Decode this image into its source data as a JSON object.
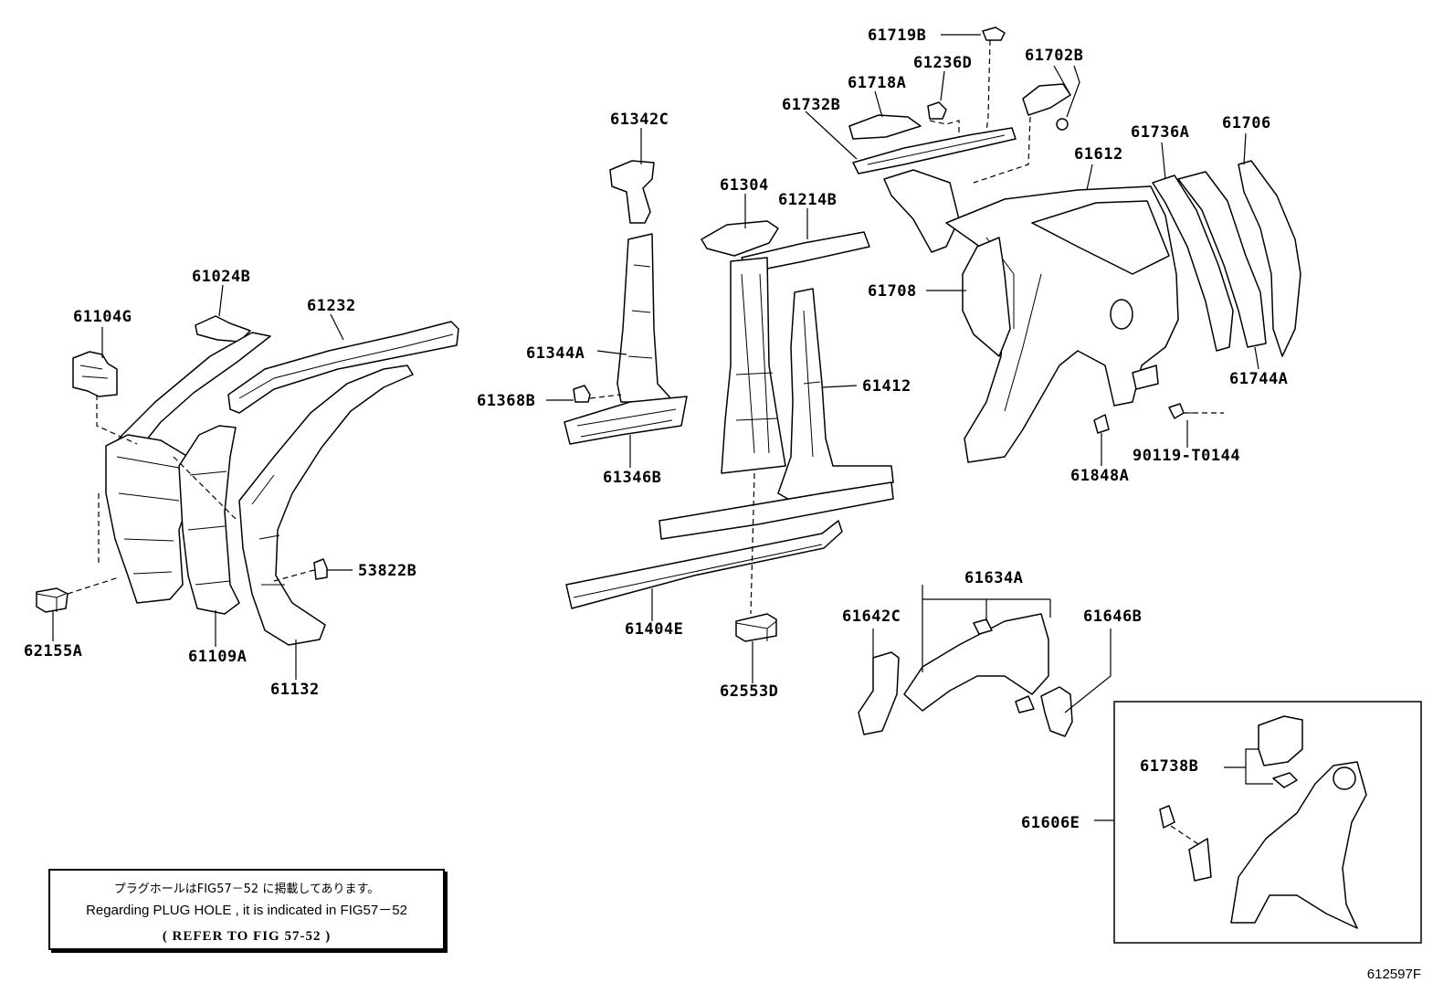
{
  "diagram": {
    "parts": [
      {
        "id": "p61719B",
        "label": "61719B"
      },
      {
        "id": "p61702B",
        "label": "61702B"
      },
      {
        "id": "p61236D",
        "label": "61236D"
      },
      {
        "id": "p61718A",
        "label": "61718A"
      },
      {
        "id": "p61732B",
        "label": "61732B"
      },
      {
        "id": "p61342C",
        "label": "61342C"
      },
      {
        "id": "p61612",
        "label": "61612"
      },
      {
        "id": "p61736A",
        "label": "61736A"
      },
      {
        "id": "p61706",
        "label": "61706"
      },
      {
        "id": "p61304",
        "label": "61304"
      },
      {
        "id": "p61214B",
        "label": "61214B"
      },
      {
        "id": "p61024B",
        "label": "61024B"
      },
      {
        "id": "p61104G",
        "label": "61104G"
      },
      {
        "id": "p61232",
        "label": "61232"
      },
      {
        "id": "p61708",
        "label": "61708"
      },
      {
        "id": "p61344A",
        "label": "61344A"
      },
      {
        "id": "p61744A",
        "label": "61744A"
      },
      {
        "id": "p61412",
        "label": "61412"
      },
      {
        "id": "p61368B",
        "label": "61368B"
      },
      {
        "id": "p90119",
        "label": "90119-T0144"
      },
      {
        "id": "p61346B",
        "label": "61346B"
      },
      {
        "id": "p61848A",
        "label": "61848A"
      },
      {
        "id": "p53822B",
        "label": "53822B"
      },
      {
        "id": "p61634A",
        "label": "61634A"
      },
      {
        "id": "p61642C",
        "label": "61642C"
      },
      {
        "id": "p61646B",
        "label": "61646B"
      },
      {
        "id": "p61404E",
        "label": "61404E"
      },
      {
        "id": "p62155A",
        "label": "62155A"
      },
      {
        "id": "p61109A",
        "label": "61109A"
      },
      {
        "id": "p61132",
        "label": "61132"
      },
      {
        "id": "p62553D",
        "label": "62553D"
      },
      {
        "id": "p61738B",
        "label": "61738B"
      },
      {
        "id": "p61606E",
        "label": "61606E"
      }
    ],
    "note": {
      "line1": "プラグホールはFIG57－52 に掲載してあります。",
      "line2": "Regarding  PLUG HOLE  , it is indicated  in  FIG57－52",
      "line3": "(  REFER  TO  FIG  57-52  )"
    },
    "figure_code": "612597F"
  }
}
